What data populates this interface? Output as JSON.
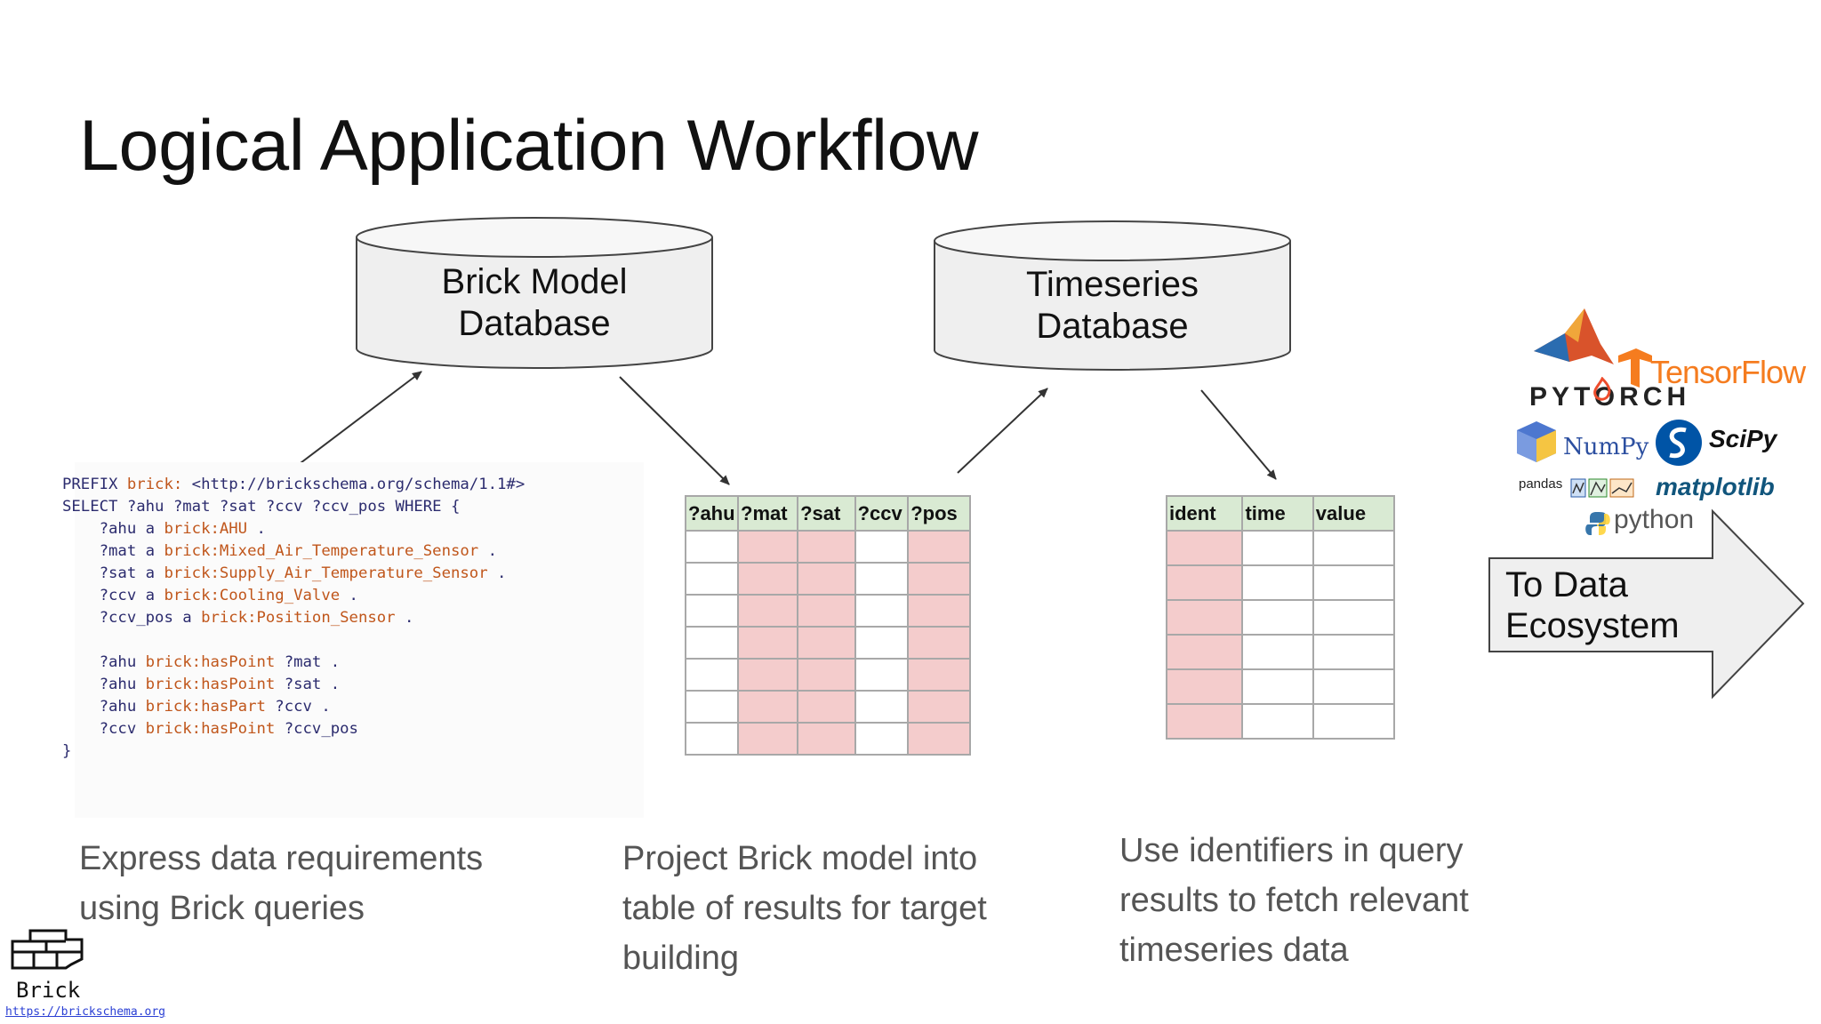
{
  "slide": {
    "title": "Logical Application Workflow"
  },
  "databases": {
    "brick": {
      "line1": "Brick Model",
      "line2": "Database"
    },
    "timeseries": {
      "line1": "Timeseries",
      "line2": "Database"
    }
  },
  "query": {
    "lines": [
      [
        {
          "t": "PREFIX ",
          "c": "kw"
        },
        {
          "t": "brick:",
          "c": "br"
        },
        {
          "t": " <http://brickschema.org/schema/1.1#>",
          "c": "kw"
        }
      ],
      [
        {
          "t": "SELECT ?ahu ?mat ?sat ?ccv ?ccv_pos WHERE {",
          "c": "kw"
        }
      ],
      [
        {
          "t": "    ?ahu a ",
          "c": "var"
        },
        {
          "t": "brick:AHU",
          "c": "br"
        },
        {
          "t": " .",
          "c": "var"
        }
      ],
      [
        {
          "t": "    ?mat a ",
          "c": "var"
        },
        {
          "t": "brick:Mixed_Air_Temperature_Sensor",
          "c": "br"
        },
        {
          "t": " .",
          "c": "var"
        }
      ],
      [
        {
          "t": "    ?sat a ",
          "c": "var"
        },
        {
          "t": "brick:Supply_Air_Temperature_Sensor",
          "c": "br"
        },
        {
          "t": " .",
          "c": "var"
        }
      ],
      [
        {
          "t": "    ?ccv a ",
          "c": "var"
        },
        {
          "t": "brick:Cooling_Valve",
          "c": "br"
        },
        {
          "t": " .",
          "c": "var"
        }
      ],
      [
        {
          "t": "    ?ccv_pos a ",
          "c": "var"
        },
        {
          "t": "brick:Position_Sensor",
          "c": "br"
        },
        {
          "t": " .",
          "c": "var"
        }
      ],
      [
        {
          "t": "",
          "c": "var"
        }
      ],
      [
        {
          "t": "    ?ahu ",
          "c": "var"
        },
        {
          "t": "brick:hasPoint",
          "c": "br"
        },
        {
          "t": " ?mat .",
          "c": "var"
        }
      ],
      [
        {
          "t": "    ?ahu ",
          "c": "var"
        },
        {
          "t": "brick:hasPoint",
          "c": "br"
        },
        {
          "t": " ?sat .",
          "c": "var"
        }
      ],
      [
        {
          "t": "    ?ahu ",
          "c": "var"
        },
        {
          "t": "brick:hasPart",
          "c": "br"
        },
        {
          "t": " ?ccv .",
          "c": "var"
        }
      ],
      [
        {
          "t": "    ?ccv ",
          "c": "var"
        },
        {
          "t": "brick:hasPoint",
          "c": "br"
        },
        {
          "t": " ?ccv_pos",
          "c": "var"
        }
      ],
      [
        {
          "t": "}",
          "c": "kw"
        }
      ]
    ]
  },
  "results_table": {
    "headers": [
      "?ahu",
      "?mat",
      "?sat",
      "?ccv",
      "?pos"
    ],
    "highlight_columns": [
      1,
      2,
      4
    ],
    "row_count": 7
  },
  "timeseries_table": {
    "headers": [
      "ident",
      "time",
      "value"
    ],
    "highlight_columns": [
      0
    ],
    "row_count": 6
  },
  "ecosystem": {
    "arrow_line1": "To Data",
    "arrow_line2": "Ecosystem",
    "logos": {
      "tensorflow": "TensorFlow",
      "pytorch": "PYTORCH",
      "numpy": "NumPy",
      "scipy": "SciPy",
      "pandas": "pandas",
      "matplotlib": "matplotlib",
      "python": "python"
    }
  },
  "captions": {
    "step1": [
      "Express data requirements",
      "using Brick queries"
    ],
    "step2": [
      "Project Brick model into",
      "table of results for target",
      "building"
    ],
    "step3": [
      "Use identifiers in query",
      "results to fetch relevant",
      "timeseries data"
    ]
  },
  "brick_logo": {
    "label": "Brick",
    "url": "https://brickschema.org"
  },
  "colors": {
    "header_green": "#d9ead3",
    "highlight_pink": "#f4cccc",
    "cylinder_fill": "#efefef"
  }
}
